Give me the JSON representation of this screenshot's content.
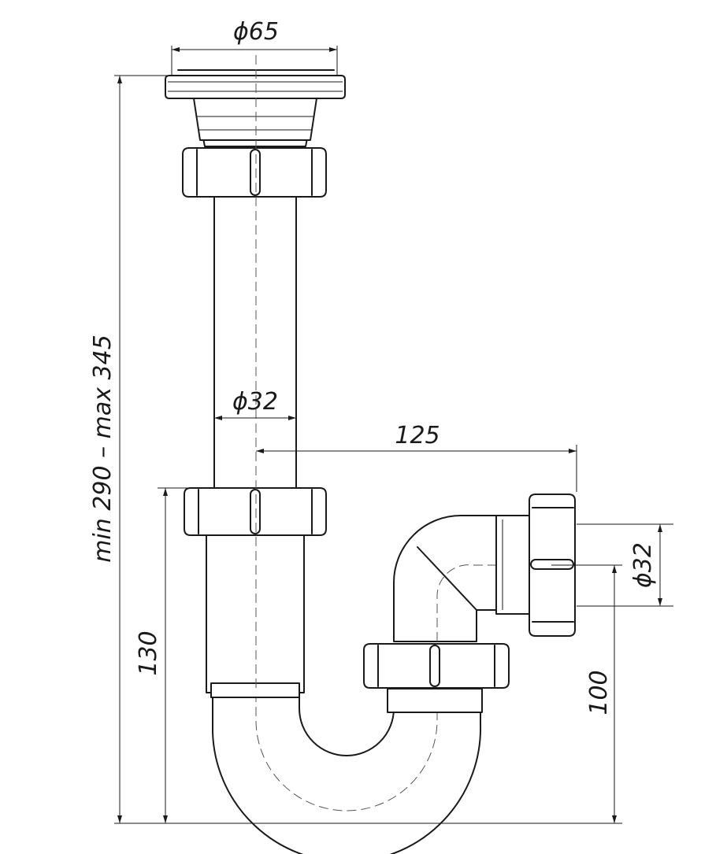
{
  "dimensions": {
    "flange_diameter": "ϕ65",
    "pipe_diameter": "ϕ32",
    "outlet_offset": "125",
    "outlet_diameter": "ϕ32",
    "total_height": "min 290 – max 345",
    "trap_height": "130",
    "outlet_height": "100"
  },
  "colors": {
    "line": "#1a1a1a",
    "background": "#ffffff"
  }
}
